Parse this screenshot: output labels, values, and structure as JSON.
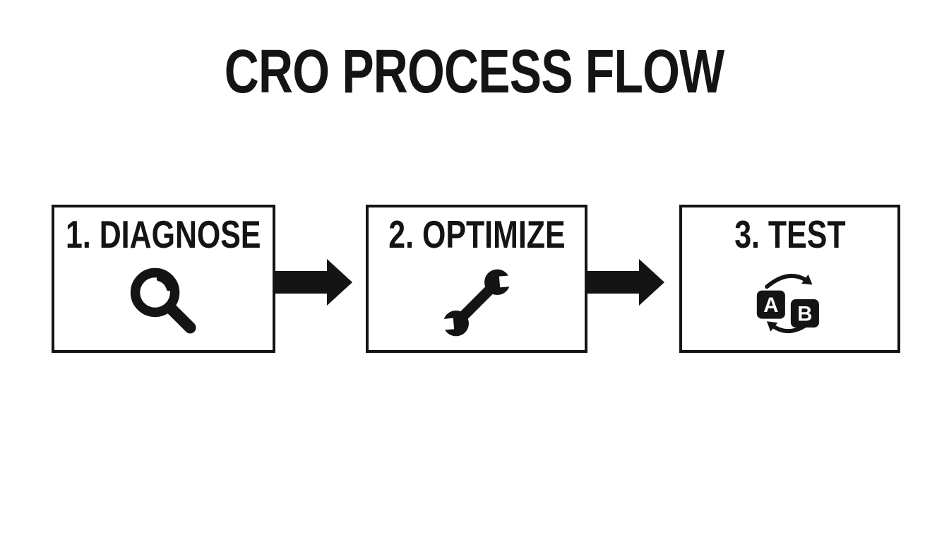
{
  "title": "CRO PROCESS FLOW",
  "colors": {
    "ink": "#141414",
    "background": "#ffffff"
  },
  "steps": [
    {
      "label": "1. DIAGNOSE",
      "icon": "magnifier-icon"
    },
    {
      "label": "2. OPTIMIZE",
      "icon": "wrench-icon"
    },
    {
      "label": "3. TEST",
      "icon": "ab-test-cycle-icon",
      "variant_a": "A",
      "variant_b": "B"
    }
  ],
  "connectors": [
    {
      "type": "block-arrow-right"
    },
    {
      "type": "block-arrow-right"
    }
  ]
}
